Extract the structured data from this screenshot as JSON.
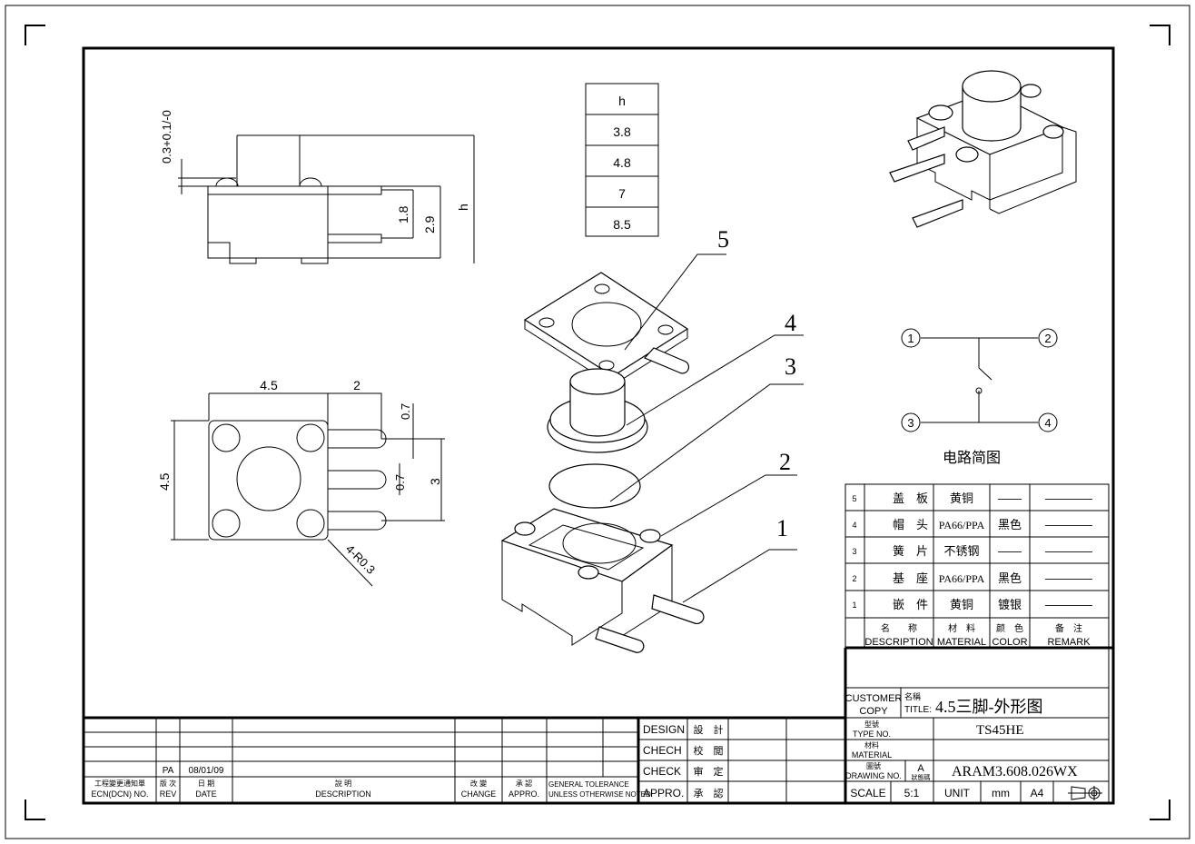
{
  "parts_height_table": {
    "header": "h",
    "values": [
      "3.8",
      "4.8",
      "7",
      "8.5"
    ]
  },
  "side_view": {
    "dims": {
      "top_tol": "0.3+0.1/-0",
      "d1": "1.8",
      "d2": "2.9",
      "h": "h"
    }
  },
  "top_view": {
    "dims": {
      "width": "4.5",
      "pin_len": "2",
      "pin_w1": "0.7",
      "pin_w2": "0.7",
      "pitch": "3",
      "height": "4.5",
      "radius": "4-R0.3"
    }
  },
  "exploded_view": {
    "balloons": [
      "5",
      "4",
      "3",
      "2",
      "1"
    ]
  },
  "circuit": {
    "pins": [
      "1",
      "2",
      "3",
      "4"
    ],
    "caption": "电路简图"
  },
  "bom": {
    "rows": [
      {
        "no": "5",
        "name": "盖　板",
        "material": "黄铜",
        "color": "——",
        "remark": "————"
      },
      {
        "no": "4",
        "name": "帽　头",
        "material": "PA66/PPA",
        "color": "黑色",
        "remark": "————"
      },
      {
        "no": "3",
        "name": "簧　片",
        "material": "不锈钢",
        "color": "——",
        "remark": "————"
      },
      {
        "no": "2",
        "name": "基　座",
        "material": "PA66/PPA",
        "color": "黑色",
        "remark": "————"
      },
      {
        "no": "1",
        "name": "嵌　件",
        "material": "黄铜",
        "color": "镀银",
        "remark": "————"
      }
    ],
    "header": {
      "desc_cn": "名　　称",
      "desc": "DESCRIPTION",
      "mat_cn": "材　料",
      "mat": "MATERIAL",
      "color_cn": "颜　色",
      "color": "COLOR",
      "remark_cn": "备　注",
      "remark": "REMARK"
    }
  },
  "title_block": {
    "customer": "CUSTOMER",
    "copy": "COPY",
    "title_cn": "名稱",
    "title_label": "TITLE:",
    "title": "4.5三脚-外形图",
    "type_cn": "型號",
    "type_label": "TYPE NO.",
    "type_value": "TS45HE",
    "material_cn": "材料",
    "material_label": "MATERIAL",
    "drawing_cn": "圖號",
    "drawing_label": "DRAWING NO.",
    "state": "A",
    "state_cn": "狀態碼",
    "drawing_value": "ARAM3.608.026WX",
    "scale_label": "SCALE",
    "scale": "5:1",
    "unit_label": "UNIT",
    "unit": "mm",
    "size": "A4"
  },
  "approval_block": [
    {
      "en": "DESIGN",
      "cn": "設　計"
    },
    {
      "en": "CHECH",
      "cn": "校　閲"
    },
    {
      "en": "CHECK",
      "cn": "审　定"
    },
    {
      "en": "APPRO.",
      "cn": "承　認"
    }
  ],
  "revision_block": {
    "rev": "PA",
    "date": "08/01/09",
    "headers": {
      "ecn_cn": "工程變更通知單",
      "ecn": "ECN(DCN) NO.",
      "rev_cn": "版 次",
      "rev": "REV",
      "date_cn": "日 期",
      "date": "DATE",
      "desc_cn": "說 明",
      "desc": "DESCRIPTION",
      "change_cn": "改 變",
      "change": "CHANGE",
      "appro_cn": "承 認",
      "appro": "APPRO.",
      "tol1": "GENERAL TOLERANCE",
      "tol2": "UNLESS OTHERWISE NOTED"
    }
  }
}
